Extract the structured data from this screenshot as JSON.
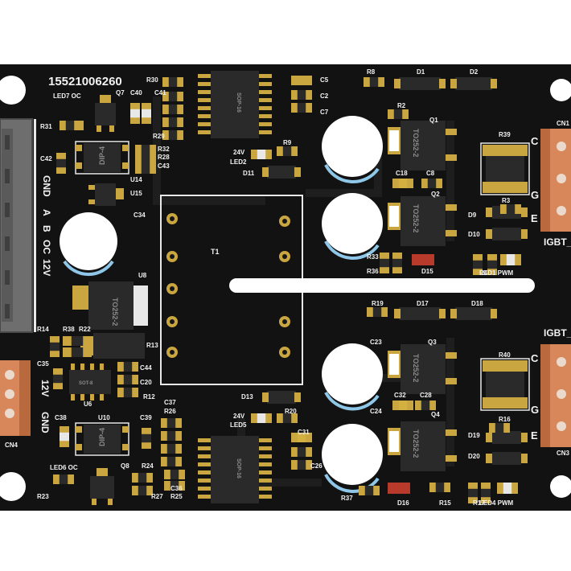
{
  "board": {
    "serial": "15521006260",
    "connector_labels": [
      "GND",
      "A",
      "B",
      "OC",
      "12V"
    ],
    "power_labels": [
      "12V",
      "GND"
    ],
    "transformer": "T1",
    "cn1_label": "CN1",
    "cn3_label": "CN3",
    "cn4_label": "CN4",
    "igbt_label": "IGBT_",
    "terminal_pins": [
      "C",
      "G",
      "E"
    ]
  },
  "silk": {
    "led7": "LED7 OC",
    "led6": "LED6 OC",
    "led2": "24V\nLED2",
    "led5": "24V\nLED5",
    "led1": "LED1 PWM",
    "led4": "LED4 PWM",
    "dip": "DIP-4",
    "to252": "TO252-2",
    "sop": "SOP-16",
    "sot": "SOT-8"
  },
  "refs": [
    "R30",
    "C41",
    "Q7",
    "C40",
    "R31",
    "R29",
    "R32",
    "R28",
    "C43",
    "C42",
    "U14",
    "U15",
    "C34",
    "U8",
    "R14",
    "R38",
    "R22",
    "R13",
    "C35",
    "C44",
    "C20",
    "R12",
    "U6",
    "C38",
    "U10",
    "C39",
    "C37",
    "R26",
    "Q8",
    "R24",
    "R23",
    "R27",
    "R25",
    "C36",
    "C5",
    "C2",
    "C7",
    "R9",
    "D11",
    "R8",
    "D1",
    "D2",
    "R2",
    "Q1",
    "R39",
    "C18",
    "C8",
    "Q2",
    "R3",
    "D9",
    "D10",
    "R33",
    "R36",
    "D15",
    "R4",
    "R19",
    "D17",
    "D18",
    "C23",
    "Q3",
    "R40",
    "C32",
    "C28",
    "C24",
    "Q4",
    "R16",
    "D19",
    "D20",
    "D13",
    "R20",
    "C31",
    "C26",
    "R37",
    "D16",
    "R15",
    "R17"
  ]
}
